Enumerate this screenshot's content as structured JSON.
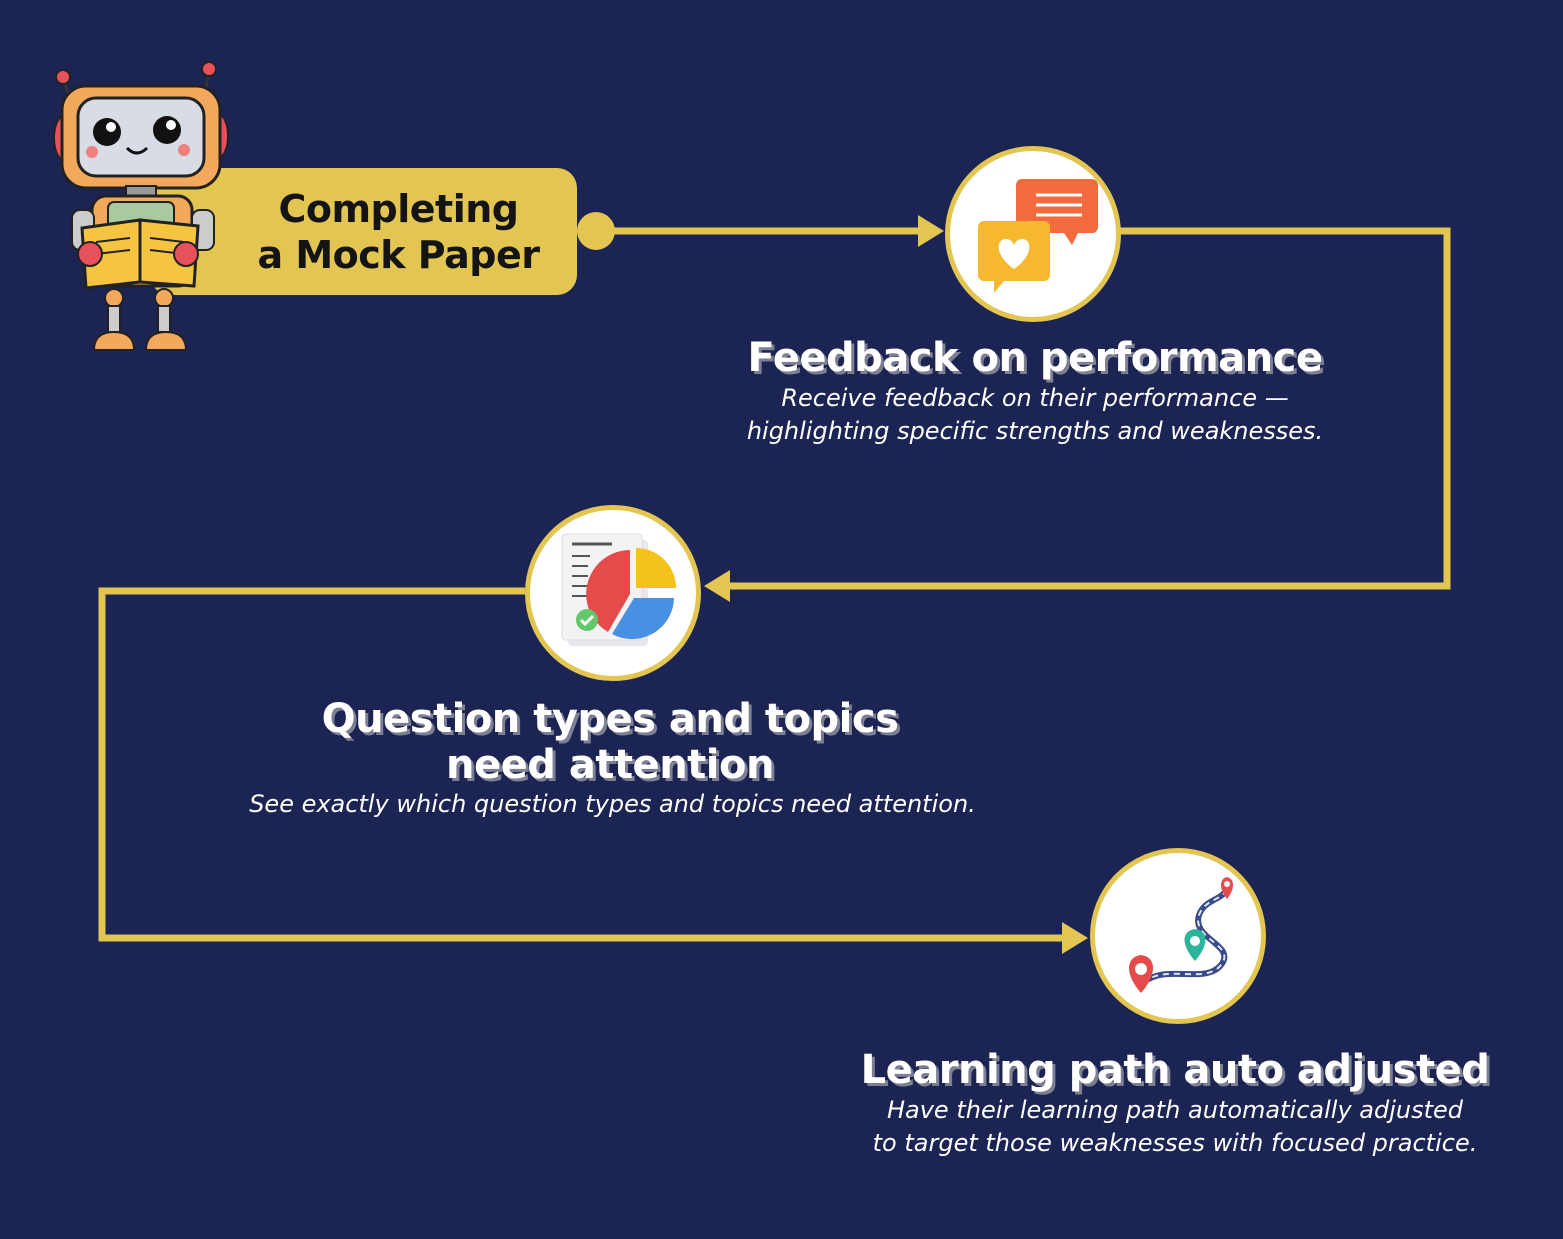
{
  "start": {
    "line1": "Completing",
    "line2": "a Mock Paper"
  },
  "steps": [
    {
      "title": "Feedback on performance",
      "desc1": "Receive feedback on their performance —",
      "desc2": "highlighting specific strengths and weaknesses.",
      "icon": "chat-bubbles-heart-icon"
    },
    {
      "title1": "Question types and topics",
      "title2": "need attention",
      "desc1": "See exactly which question types and topics need attention.",
      "icon": "report-pie-chart-icon"
    },
    {
      "title": "Learning path auto adjusted",
      "desc1": "Have their learning path automatically adjusted",
      "desc2": "to target those weaknesses with focused practice.",
      "icon": "route-map-pins-icon"
    }
  ],
  "colors": {
    "background": "#1b2452",
    "accent": "#e3c651",
    "text": "#ffffff"
  }
}
